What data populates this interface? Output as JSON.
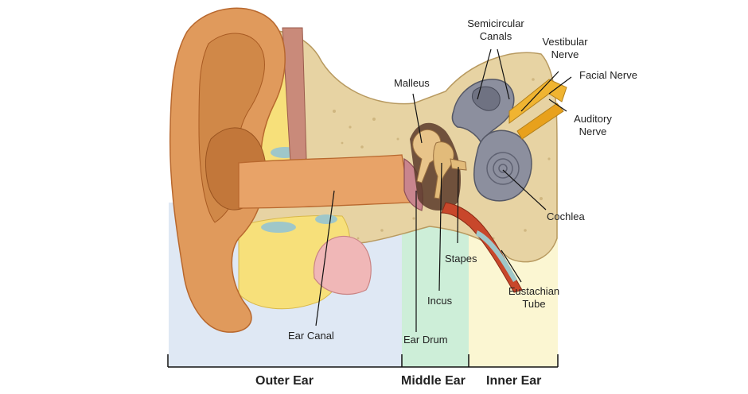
{
  "colors": {
    "outer_bg": "#dfe8f4",
    "middle_bg": "#cdeed8",
    "inner_bg": "#fbf6d2",
    "skin": "#e09a5c",
    "skin_dark": "#b8682e",
    "bone": "#e7d3a3",
    "fat": "#f7e07a",
    "cochlea": "#8c8f9e",
    "nerve": "#f0b431",
    "eustachian": "#c8472b",
    "tympanic": "#c9858e",
    "gland": "#f0b7b7",
    "cartilage": "#9fc7c9"
  },
  "labels": {
    "semicircular": [
      "Semicircular",
      "Canals"
    ],
    "vestibular": [
      "Vestibular",
      "Nerve"
    ],
    "facial": "Facial Nerve",
    "malleus": "Malleus",
    "auditory": [
      "Auditory",
      "Nerve"
    ],
    "cochlea": "Cochlea",
    "stapes": "Stapes",
    "eustachian": [
      "Eustachian",
      "Tube"
    ],
    "incus": "Incus",
    "ear_canal": "Ear Canal",
    "ear_drum": "Ear Drum"
  },
  "sections": {
    "outer": "Outer Ear",
    "middle": "Middle Ear",
    "inner": "Inner Ear"
  }
}
